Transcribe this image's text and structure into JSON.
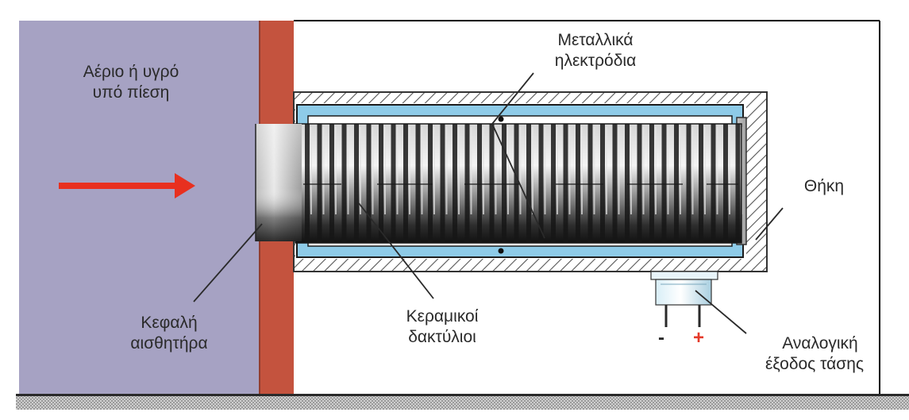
{
  "labels": {
    "fluid_line1": "Αέριο ή υγρό",
    "fluid_line2": "υπό πίεση",
    "electrodes_line1": "Μεταλλικά",
    "electrodes_line2": "ηλεκτρόδια",
    "housing": "Θήκη",
    "sensor_head_line1": "Κεφαλή",
    "sensor_head_line2": "αισθητήρα",
    "ceramic_rings_line1": "Κεραμικοί",
    "ceramic_rings_line2": "δακτύλιοι",
    "output_line1": "Αναλογική",
    "output_line2": "έξοδος τάσης",
    "minus_sign": "-",
    "plus_sign": "+"
  },
  "colors": {
    "pressure_chamber": "#a6a2c3",
    "chamber_wall": "#c4533e",
    "flow_arrow": "#e8301f",
    "insulator_fill": "#8ecbe8",
    "ring_dark": "#161616",
    "ring_light": "#e4e4e4",
    "plus_sign": "#e53a2a",
    "minus_sign": "#2a2a2a"
  },
  "icons": {
    "flow_direction": "right-arrow-icon"
  }
}
